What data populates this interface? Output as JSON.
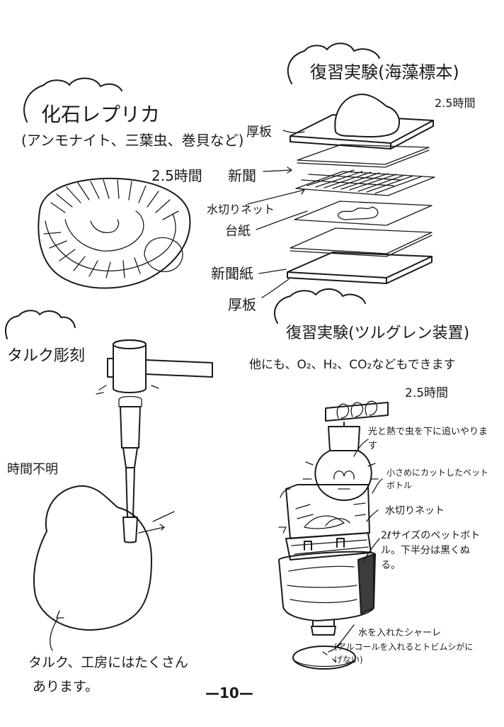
{
  "fossil": {
    "title": "化石レプリカ",
    "subtitle": "(アンモナイト、三葉虫、巻貝など)",
    "time": "2.5時間"
  },
  "specimen": {
    "title": "復習実験(海藻標本)",
    "time": "2.5時間",
    "labels": {
      "board_top": "厚板",
      "newspaper": "新聞",
      "net": "水切りネット",
      "mount": "台紙",
      "newspaper_sheet": "新聞紙",
      "board_bottom": "厚板"
    }
  },
  "talc": {
    "title": "タルク彫刻",
    "time": "時間不明",
    "note_line1": "タルク、工房にはたくさん",
    "note_line2": "あります。"
  },
  "tullgren": {
    "title": "復習実験(ツルグレン装置)",
    "note": "他にも、O₂、H₂、CO₂などもできます",
    "time": "2.5時間",
    "labels": {
      "light": "光と熱で虫を下に追いやります",
      "cut_bottle": "小さめにカットしたペットボトル",
      "net": "水切りネット",
      "bottle": "2ℓサイズのペットボトル。下半分は黒くぬる。",
      "petri": "水を入れたシャーレ",
      "alcohol": "(アルコールを入れるとトビムシがにげない)"
    }
  },
  "page_number": "—10—"
}
